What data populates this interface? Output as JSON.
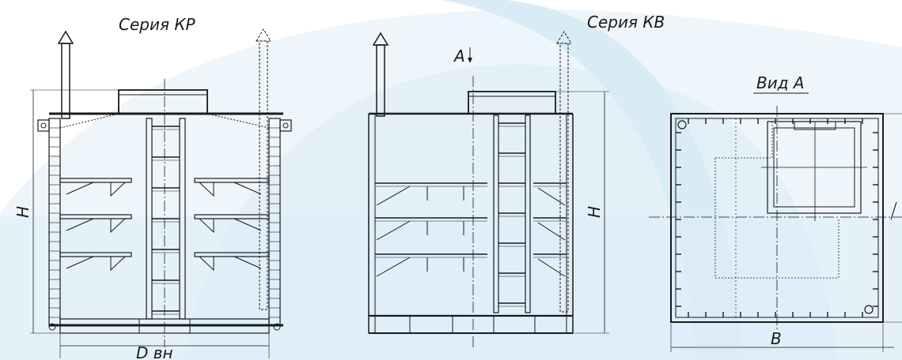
{
  "series_kr": {
    "title": "Серия КР",
    "height_label": "H",
    "diameter_label": "D вн"
  },
  "series_kv": {
    "title": "Серия КВ",
    "view_marker": "A",
    "height_label": "H"
  },
  "view_a": {
    "title": "Вид А",
    "width_label": "B"
  },
  "colors": {
    "line": "#1a1a1a",
    "watermark_light": "#e8f3fa",
    "watermark_band": "#d7eaf5"
  }
}
